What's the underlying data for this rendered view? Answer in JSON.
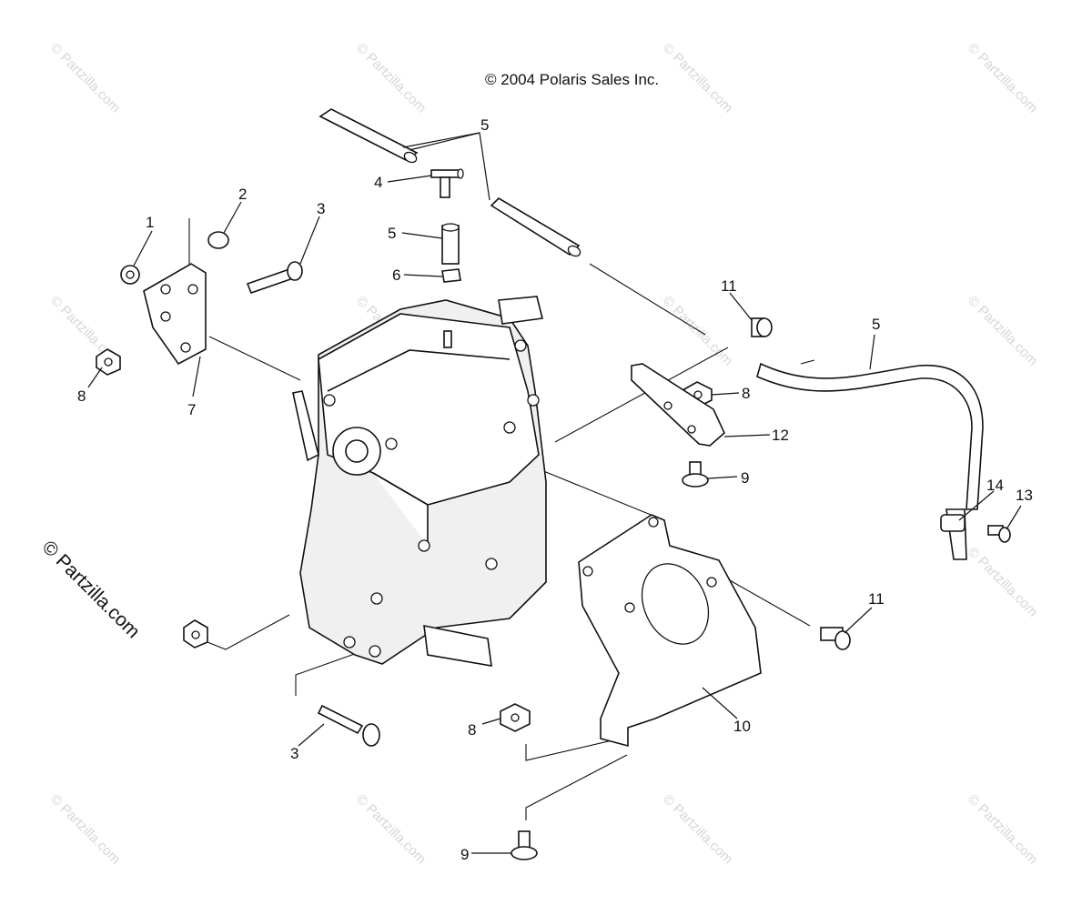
{
  "copyright": "© 2004 Polaris Sales Inc.",
  "watermark": "© Partzilla.com",
  "callouts": [
    "1",
    "2",
    "3",
    "4",
    "5",
    "5",
    "5",
    "6",
    "7",
    "8",
    "8",
    "8",
    "3",
    "9",
    "9",
    "10",
    "11",
    "11",
    "12",
    "13",
    "14"
  ]
}
